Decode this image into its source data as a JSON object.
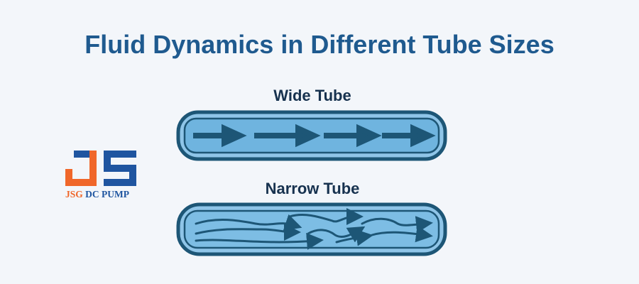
{
  "title": "Fluid Dynamics in Different Tube Sizes",
  "tubes": {
    "wide": {
      "label": "Wide Tube",
      "flow": "laminar"
    },
    "narrow": {
      "label": "Narrow Tube",
      "flow": "turbulent"
    }
  },
  "logo": {
    "text_brand": "JSG",
    "text_rest": " DC PUMP",
    "monogram": "JS"
  },
  "colors": {
    "background": "#f3f6fa",
    "title": "#1f5a8f",
    "tube_fill": "#8fc5e8",
    "tube_stroke": "#1d5676",
    "arrow": "#1d5676",
    "logo_orange": "#f0672a",
    "logo_blue": "#1f55a0"
  }
}
